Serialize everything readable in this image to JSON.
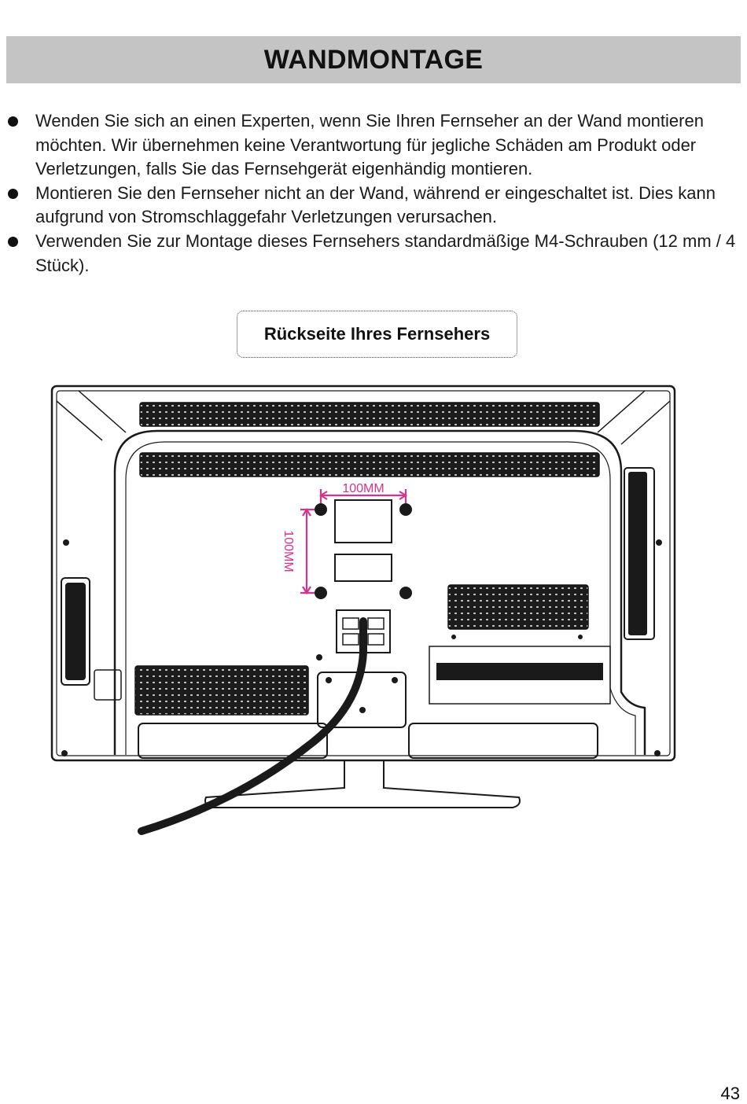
{
  "header": {
    "title": "WANDMONTAGE"
  },
  "instructions": [
    {
      "text": "Wenden Sie sich an einen Experten, wenn Sie Ihren Fernseher an der Wand montieren möchten. Wir übernehmen keine Verantwortung für jegliche Schäden am Produkt oder Verletzungen, falls Sie das Fernsehgerät eigenhändig montieren."
    },
    {
      "text": "Montieren Sie den Fernseher nicht an der Wand, während er eingeschaltet ist. Dies kann aufgrund von Stromschlaggefahr Verletzungen verursachen."
    },
    {
      "text": "Verwenden Sie zur Montage dieses Fernsehers standardmäßige M4-Schrauben (12 mm / 4 Stück)."
    }
  ],
  "figure": {
    "caption": "Rückseite Ihres Fernsehers",
    "horizontal_dimension": "100MM",
    "vertical_dimension": "100MM",
    "accent_color": "#d6338a"
  },
  "footer": {
    "page_number": "43"
  }
}
